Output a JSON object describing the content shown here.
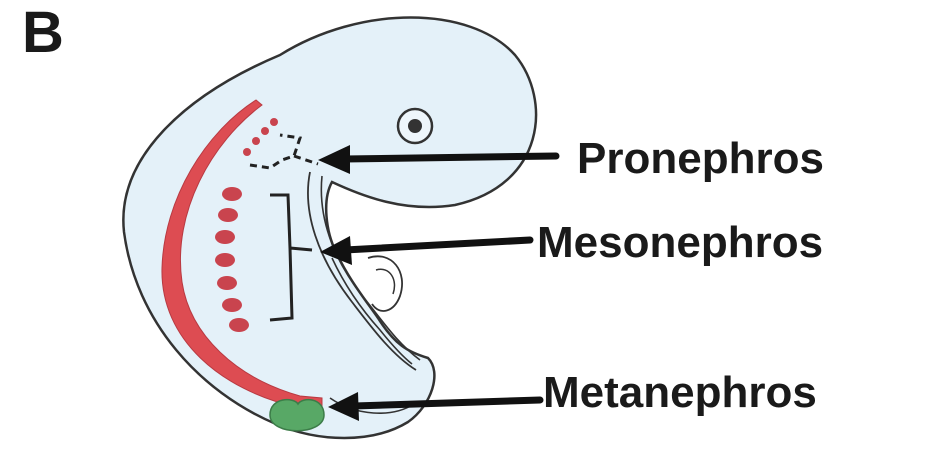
{
  "panel": {
    "letter": "B"
  },
  "labels": {
    "pronephros": "Pronephros",
    "mesonephros": "Mesonephros",
    "metanephros": "Metanephros"
  },
  "colors": {
    "embryo_fill": "#e4f1f9",
    "outline": "#333333",
    "nephric_duct": "#dd4c52",
    "tubule_dots": "#c9444e",
    "metanephros_bud": "#58a866",
    "arrow": "#111111"
  }
}
